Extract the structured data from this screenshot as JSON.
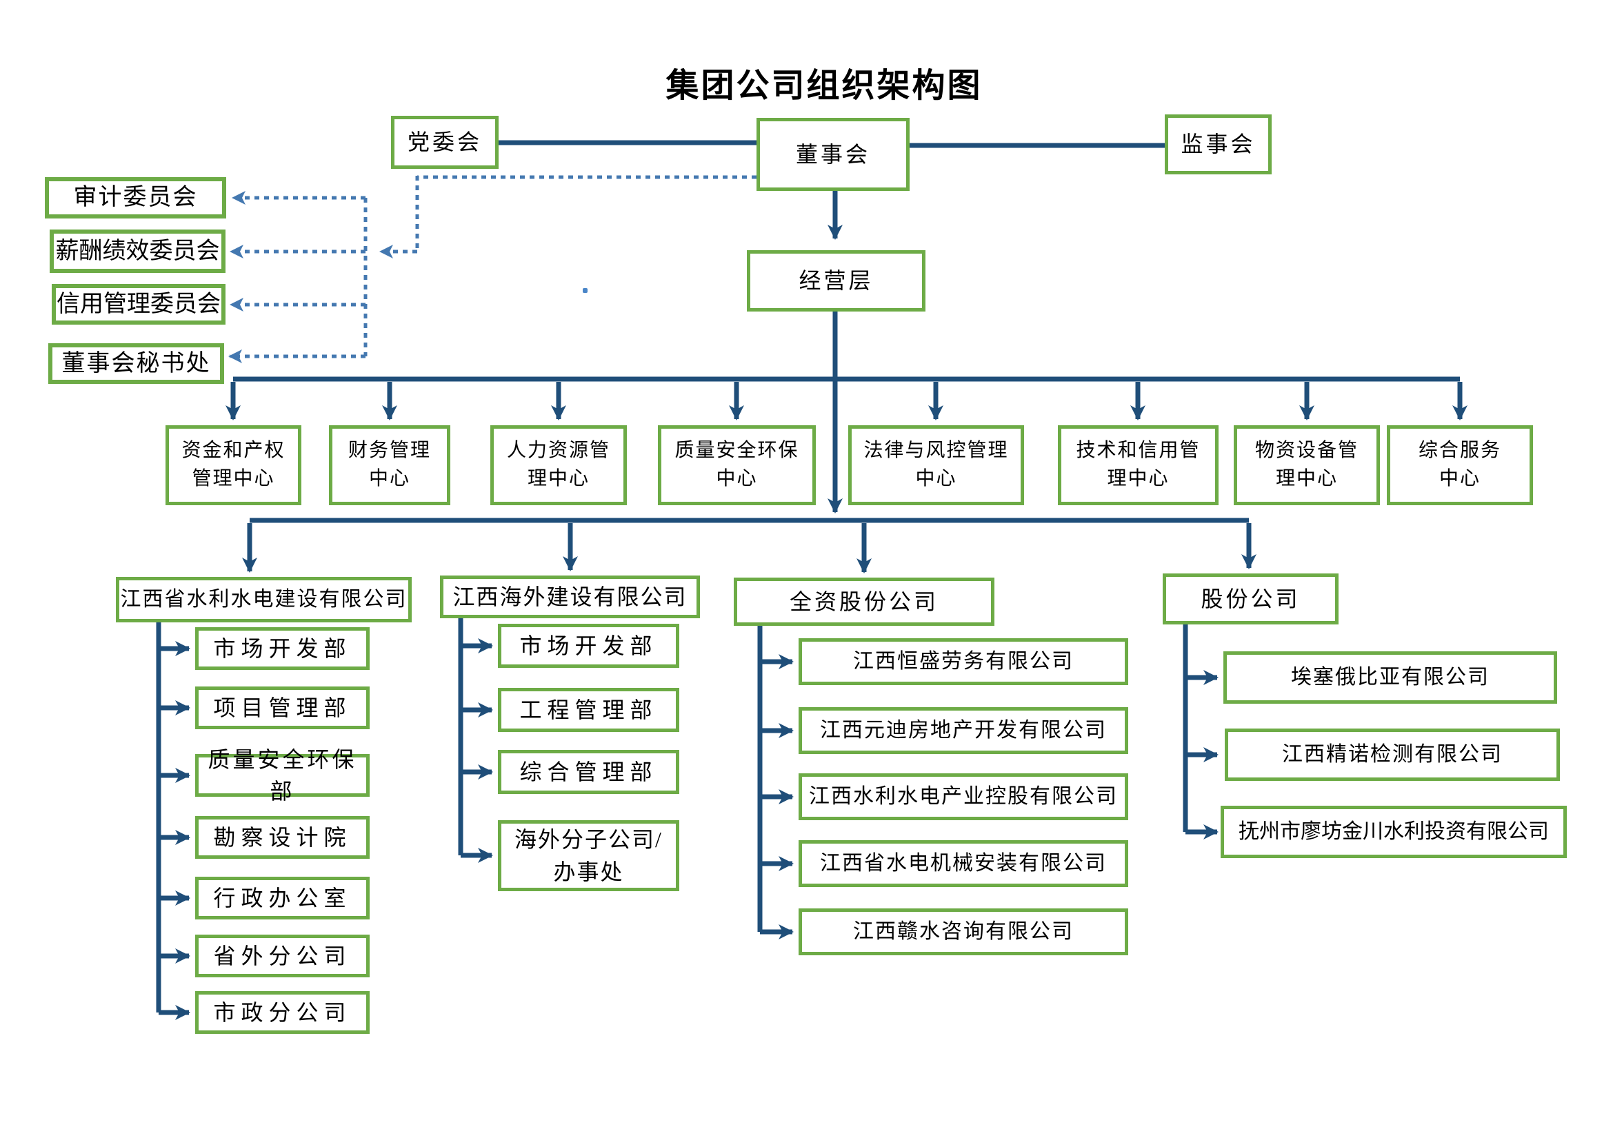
{
  "title": "集团公司组织架构图",
  "colors": {
    "box_border_green": "#6DAB46",
    "solid_connector_blue": "#1F4E79",
    "dashed_connector_blue": "#4478B0",
    "stray_dot_blue": "#4A86C8"
  },
  "top_row": {
    "party": "党委会",
    "board": "董事会",
    "supervisory": "监事会"
  },
  "management": {
    "label": "经营层"
  },
  "committees": [
    {
      "label": "审计委员会"
    },
    {
      "label": "薪酬绩效委员会"
    },
    {
      "label": "信用管理委员会"
    },
    {
      "label": "董事会秘书处"
    }
  ],
  "centers": [
    {
      "line1": "资金和产权",
      "line2": "管理中心"
    },
    {
      "line1": "财务管理",
      "line2": "中心"
    },
    {
      "line1": "人力资源管",
      "line2": "理中心"
    },
    {
      "line1": "质量安全环保",
      "line2": "中心"
    },
    {
      "line1": "法律与风控管理",
      "line2": "中心"
    },
    {
      "line1": "技术和信用管",
      "line2": "理中心"
    },
    {
      "line1": "物资设备管",
      "line2": "理中心"
    },
    {
      "line1": "综合服务",
      "line2": "中心"
    }
  ],
  "groups": [
    {
      "name": "江西省水利水电建设有限公司",
      "children": [
        {
          "l1": "市场开发部"
        },
        {
          "l1": "项目管理部"
        },
        {
          "l1": "质量安全环保部"
        },
        {
          "l1": "勘察设计院"
        },
        {
          "l1": "行政办公室"
        },
        {
          "l1": "省外分公司"
        },
        {
          "l1": "市政分公司"
        }
      ]
    },
    {
      "name": "江西海外建设有限公司",
      "children": [
        {
          "l1": "市场开发部"
        },
        {
          "l1": "工程管理部"
        },
        {
          "l1": "综合管理部"
        },
        {
          "l1": "海外分子公司/",
          "l2": "办事处"
        }
      ]
    },
    {
      "name": "全资股份公司",
      "children": [
        {
          "l1": "江西恒盛劳务有限公司"
        },
        {
          "l1": "江西元迪房地产开发有限公司"
        },
        {
          "l1": "江西水利水电产业控股有限公司"
        },
        {
          "l1": "江西省水电机械安装有限公司"
        },
        {
          "l1": "江西赣水咨询有限公司"
        }
      ]
    },
    {
      "name": "股份公司",
      "children": [
        {
          "l1": "埃塞俄比亚有限公司"
        },
        {
          "l1": "江西精诺检测有限公司"
        },
        {
          "l1": "抚州市廖坊金川水利投资有限公司"
        }
      ]
    }
  ]
}
